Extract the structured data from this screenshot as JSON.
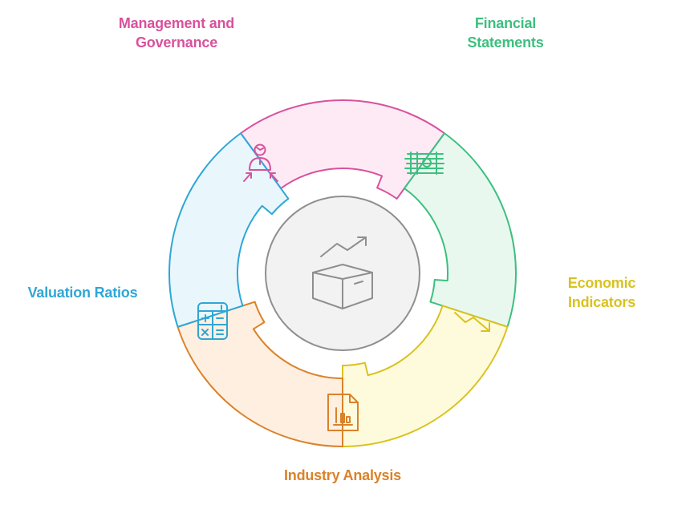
{
  "colors": {
    "management": "#d9519c",
    "financial": "#3dbf7f",
    "economic": "#d9c21f",
    "industry": "#d9822b",
    "valuation": "#2fa6d6",
    "center": "#8f8f8f",
    "management_fill": "#fdeaf5",
    "financial_fill": "#e9f8ef",
    "economic_fill": "#fefbdc",
    "industry_fill": "#feefe0",
    "valuation_fill": "#e9f7fc",
    "center_fill": "#f2f2f2"
  },
  "segments": [
    {
      "id": "management",
      "line1": "Management and",
      "line2": "Governance",
      "icon": "person-arrows-icon"
    },
    {
      "id": "financial",
      "line1": "Financial",
      "line2": "Statements",
      "icon": "money-stack-icon"
    },
    {
      "id": "economic",
      "line1": "Economic",
      "line2": "Indicators",
      "icon": "trend-down-icon"
    },
    {
      "id": "industry",
      "line1": "Industry Analysis",
      "line2": "",
      "icon": "document-chart-icon"
    },
    {
      "id": "valuation",
      "line1": "Valuation Ratios",
      "line2": "",
      "icon": "calculator-icon"
    }
  ],
  "center": {
    "icon": "open-box-growth-icon"
  }
}
